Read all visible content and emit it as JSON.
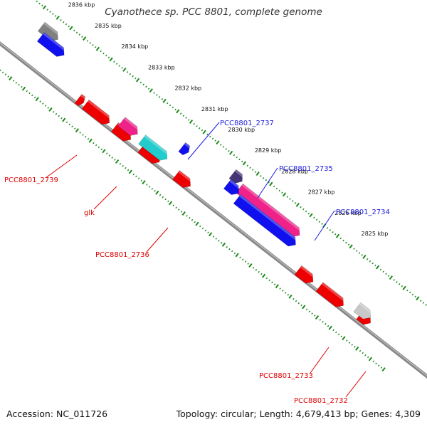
{
  "title": "Cyanothece sp. PCC 8801, complete genome",
  "footer": {
    "accession": "Accession: NC_011726",
    "summary": "Topology: circular; Length: 4,679,413 bp; Genes: 4,309"
  },
  "colors": {
    "forward_red": "#ee0000",
    "blue": "#1010ee",
    "pink": "#ee2288",
    "cyan": "#22cccc",
    "dark_blue": "#443377",
    "grey": "#808080",
    "light_grey": "#c8c8c8",
    "backbone": "#808080",
    "ruler_green": "#1b8a1b",
    "label_red": "#dd0000",
    "label_blue": "#1a1add"
  },
  "ruler_ticks": [
    "2836 kbp",
    "2835 kbp",
    "2834 kbp",
    "2833 kbp",
    "2832 kbp",
    "2831 kbp",
    "2830 kbp",
    "2829 kbp",
    "2828 kbp",
    "2827 kbp",
    "2826 kbp",
    "2825 kbp"
  ],
  "genes": [
    {
      "id": "g-top-grey",
      "color": "grey",
      "strand": "plus",
      "start": 2836.22,
      "end": 2835.6
    },
    {
      "id": "g-top-blue",
      "color": "blue",
      "strand": "plus",
      "start": 2836.05,
      "end": 2835.17
    },
    {
      "id": "g-r1",
      "color": "forward_red",
      "strand": "minus",
      "start": 2834.05,
      "end": 2833.85
    },
    {
      "id": "g-r2",
      "color": "forward_red",
      "strand": "minus",
      "start": 2833.78,
      "end": 2832.88
    },
    {
      "id": "g-r3",
      "color": "forward_red",
      "strand": "minus",
      "start": 2832.68,
      "end": 2832.08
    },
    {
      "id": "g-pink-left",
      "color": "pink",
      "strand": "minus",
      "start": 2832.62,
      "end": 2832.02
    },
    {
      "id": "g-r4",
      "color": "forward_red",
      "strand": "minus",
      "start": 2831.68,
      "end": 2831.0
    },
    {
      "id": "g-cyan",
      "color": "cyan",
      "strand": "minus",
      "start": 2831.82,
      "end": 2830.88
    },
    {
      "id": "g-small-blue",
      "color": "blue",
      "strand": "plus",
      "start": 2830.75,
      "end": 2830.5
    },
    {
      "id": "g-r5",
      "color": "forward_red",
      "strand": "minus",
      "start": 2830.38,
      "end": 2829.84
    },
    {
      "id": "g-dark",
      "color": "dark_blue",
      "strand": "plus",
      "start": 2829.08,
      "end": 2828.72
    },
    {
      "id": "g-pink-big",
      "color": "pink",
      "strand": "plus",
      "start": 2828.66,
      "end": 2826.4
    },
    {
      "id": "g-blue-small2",
      "color": "blue",
      "strand": "plus",
      "start": 2829.02,
      "end": 2828.58
    },
    {
      "id": "g-blue-big",
      "color": "blue",
      "strand": "plus",
      "start": 2828.52,
      "end": 2826.32
    },
    {
      "id": "g-r6",
      "color": "forward_red",
      "strand": "minus",
      "start": 2825.8,
      "end": 2825.24
    },
    {
      "id": "g-r7",
      "color": "forward_red",
      "strand": "minus",
      "start": 2825.0,
      "end": 2824.1
    },
    {
      "id": "g-r8",
      "color": "forward_red",
      "strand": "minus",
      "start": 2823.55,
      "end": 2823.15
    },
    {
      "id": "g-lightgrey",
      "color": "light_grey",
      "strand": "minus",
      "start": 2823.75,
      "end": 2823.25
    }
  ],
  "gene_labels": [
    {
      "text": "PCC8801_2739",
      "color": "label_red"
    },
    {
      "text": "glk",
      "color": "label_red"
    },
    {
      "text": "PCC8801_2736",
      "color": "label_red"
    },
    {
      "text": "PCC8801_2737",
      "color": "label_blue"
    },
    {
      "text": "PCC8801_2735",
      "color": "label_blue"
    },
    {
      "text": "PCC8801_2734",
      "color": "label_blue"
    },
    {
      "text": "PCC8801_2733",
      "color": "label_red"
    },
    {
      "text": "PCC8801_2732",
      "color": "label_red"
    }
  ]
}
